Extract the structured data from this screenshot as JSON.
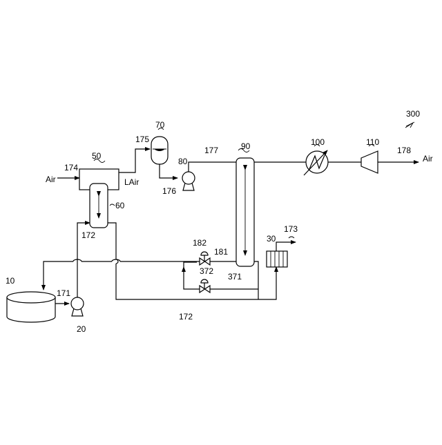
{
  "labels": {
    "system": "300",
    "tank": "10",
    "pump_main": "20",
    "heater": "30",
    "cold_box": "50",
    "exchanger_60": "60",
    "separator": "70",
    "pump_80": "80",
    "column": "90",
    "heater_100": "100",
    "turbine": "110",
    "line_171": "171",
    "line_172_left": "172",
    "line_172_bottom": "172",
    "line_173": "173",
    "line_174": "174",
    "line_175": "175",
    "line_176": "176",
    "line_177": "177",
    "line_178": "178",
    "line_181": "181",
    "valve_182": "182",
    "line_371": "371",
    "valve_372": "372"
  },
  "streams": {
    "air_in": "Air",
    "liquid_air": "LAir",
    "air_out": "Air"
  }
}
